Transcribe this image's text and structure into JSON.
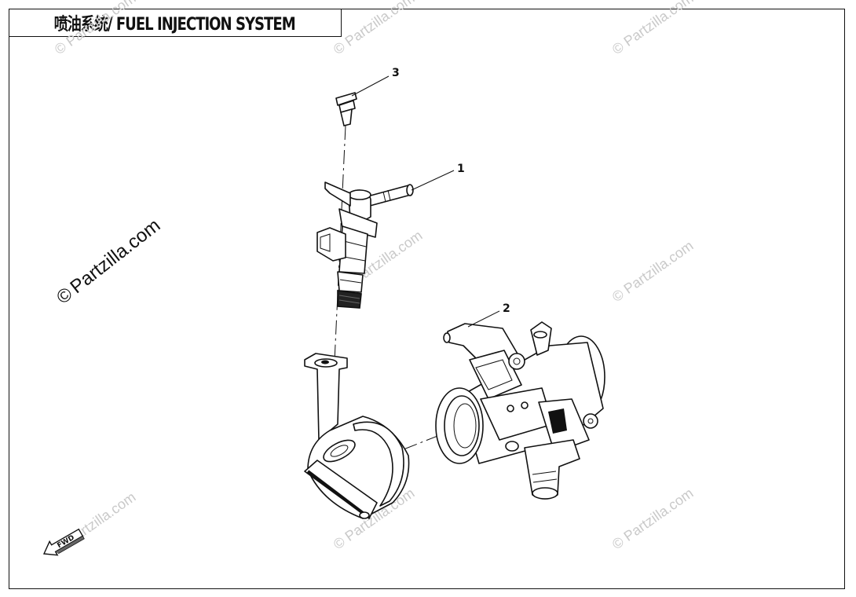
{
  "title": "喷油系统/ FUEL INJECTION SYSTEM",
  "callouts": {
    "c1": "1",
    "c2": "2",
    "c3": "3"
  },
  "fwd_label": "FWD",
  "watermark": "Partzilla.com",
  "watermark_symbol": "©",
  "colors": {
    "line": "#111111",
    "watermark": "#c9c9c9",
    "background": "#ffffff"
  }
}
